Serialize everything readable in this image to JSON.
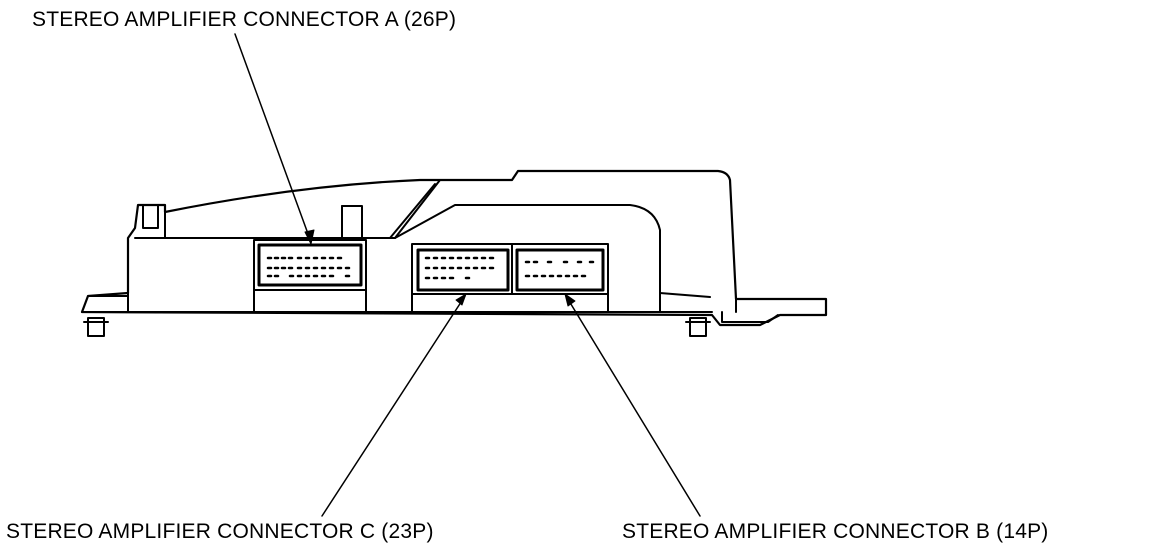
{
  "labels": {
    "connector_a": "STEREO AMPLIFIER CONNECTOR A (26P)",
    "connector_c": "STEREO AMPLIFIER CONNECTOR C (23P)",
    "connector_b": "STEREO AMPLIFIER CONNECTOR B (14P)"
  },
  "colors": {
    "line": "#000000",
    "background": "#ffffff"
  }
}
